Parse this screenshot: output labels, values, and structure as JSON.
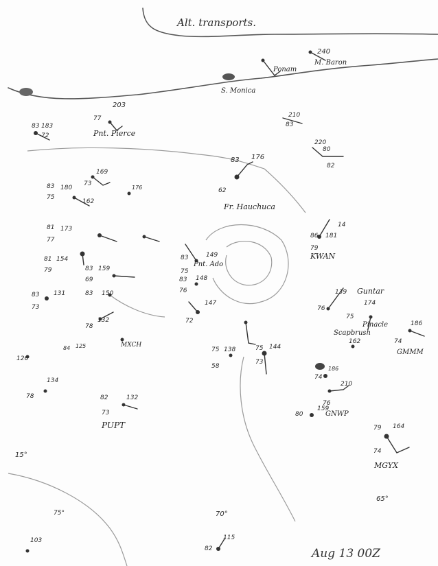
{
  "map": {
    "caption": "Aug 13 00Z",
    "annotation_top": "Alt. transports.",
    "isotherms": [
      "15°",
      "70°",
      "65°",
      "75°"
    ]
  },
  "stations": [
    {
      "id": "s-monica",
      "label": "S. Monica",
      "pressure": "",
      "temp": "",
      "dew": ""
    },
    {
      "id": "ponam",
      "label": "Ponam",
      "pressure": "",
      "temp": "",
      "dew": ""
    },
    {
      "id": "m-baron",
      "label": "M. Baron",
      "pressure": "240",
      "temp": "",
      "dew": ""
    },
    {
      "id": "pnt-pierce",
      "label": "Pnt. Pierce",
      "pressure": "203",
      "temp": "77",
      "dew": ""
    },
    {
      "id": "nw-183",
      "label": "",
      "pressure": "183",
      "temp": "83",
      "dew": "72"
    },
    {
      "id": "ne-210",
      "label": "",
      "pressure": "210",
      "temp": "83",
      "dew": ""
    },
    {
      "id": "ne-220",
      "label": "",
      "pressure": "220",
      "temp": "80",
      "dew": "82"
    },
    {
      "id": "sta-169",
      "label": "",
      "pressure": "169",
      "temp": "73",
      "dew": ""
    },
    {
      "id": "sta-180",
      "label": "",
      "pressure": "180",
      "temp": "83",
      "dew": "75"
    },
    {
      "id": "sta-162",
      "label": "",
      "pressure": "162",
      "temp": "",
      "dew": ""
    },
    {
      "id": "sta-176b",
      "label": "",
      "pressure": "176",
      "temp": "",
      "dew": ""
    },
    {
      "id": "cant-halo",
      "label": "Fr. Hauchuca",
      "pressure": "176",
      "temp": "83",
      "dew": "62"
    },
    {
      "id": "sta-173",
      "label": "",
      "pressure": "173",
      "temp": "81",
      "dew": "77"
    },
    {
      "id": "sta-154",
      "label": "",
      "pressure": "154",
      "temp": "81",
      "dew": "79"
    },
    {
      "id": "sta-159",
      "label": "",
      "pressure": "159",
      "temp": "83",
      "dew": "69"
    },
    {
      "id": "sta-131",
      "label": "",
      "pressure": "131",
      "temp": "83",
      "dew": "73"
    },
    {
      "id": "sta-150",
      "label": "",
      "pressure": "150",
      "temp": "83",
      "dew": ""
    },
    {
      "id": "sta-132",
      "label": "",
      "pressure": "132",
      "temp": "",
      "dew": "78"
    },
    {
      "id": "mxch",
      "label": "MXCH",
      "pressure": "125",
      "temp": "84",
      "dew": ""
    },
    {
      "id": "sta-126",
      "label": "",
      "pressure": "126",
      "temp": "",
      "dew": ""
    },
    {
      "id": "sta-134",
      "label": "",
      "pressure": "134",
      "temp": "",
      "dew": "78"
    },
    {
      "id": "pupt",
      "label": "PUPT",
      "pressure": "132",
      "temp": "82",
      "dew": "73"
    },
    {
      "id": "pnt-ado",
      "label": "Pnt. Ado",
      "pressure": "149",
      "temp": "83",
      "dew": "75"
    },
    {
      "id": "sta-148",
      "label": "",
      "pressure": "148",
      "temp": "83",
      "dew": "76"
    },
    {
      "id": "sta-147",
      "label": "",
      "pressure": "147",
      "temp": "",
      "dew": "72"
    },
    {
      "id": "kwan",
      "label": "KWAN",
      "pressure": "181",
      "temp": "86",
      "dew": "79"
    },
    {
      "id": "sta-14",
      "label": "",
      "pressure": "14",
      "temp": "",
      "dew": ""
    },
    {
      "id": "guntar",
      "label": "Guntar",
      "pressure": "139",
      "temp": "",
      "dew": "76"
    },
    {
      "id": "pinacle",
      "label": "Pinacle",
      "pressure": "174",
      "temp": "",
      "dew": "75"
    },
    {
      "id": "gmmm",
      "label": "GMMM",
      "pressure": "186",
      "temp": "",
      "dew": "74"
    },
    {
      "id": "scapbrush",
      "label": "Scapbrush",
      "pressure": "162",
      "temp": "",
      "dew": ""
    },
    {
      "id": "sta-138",
      "label": "",
      "pressure": "138",
      "temp": "75",
      "dew": "58"
    },
    {
      "id": "sta-144",
      "label": "",
      "pressure": "144",
      "temp": "75",
      "dew": "73"
    },
    {
      "id": "sta-186",
      "label": "",
      "pressure": "186",
      "temp": "",
      "dew": "74"
    },
    {
      "id": "gnwp",
      "label": "GNWP",
      "pressure": "210",
      "temp": "",
      "dew": "76"
    },
    {
      "id": "sta-159b",
      "label": "",
      "pressure": "159",
      "temp": "80",
      "dew": ""
    },
    {
      "id": "mgyx",
      "label": "MGYX",
      "pressure": "164",
      "temp": "79",
      "dew": "74"
    },
    {
      "id": "sta-103",
      "label": "",
      "pressure": "103",
      "temp": "",
      "dew": ""
    },
    {
      "id": "sta-115",
      "label": "",
      "pressure": "115",
      "temp": "82",
      "dew": ""
    }
  ]
}
